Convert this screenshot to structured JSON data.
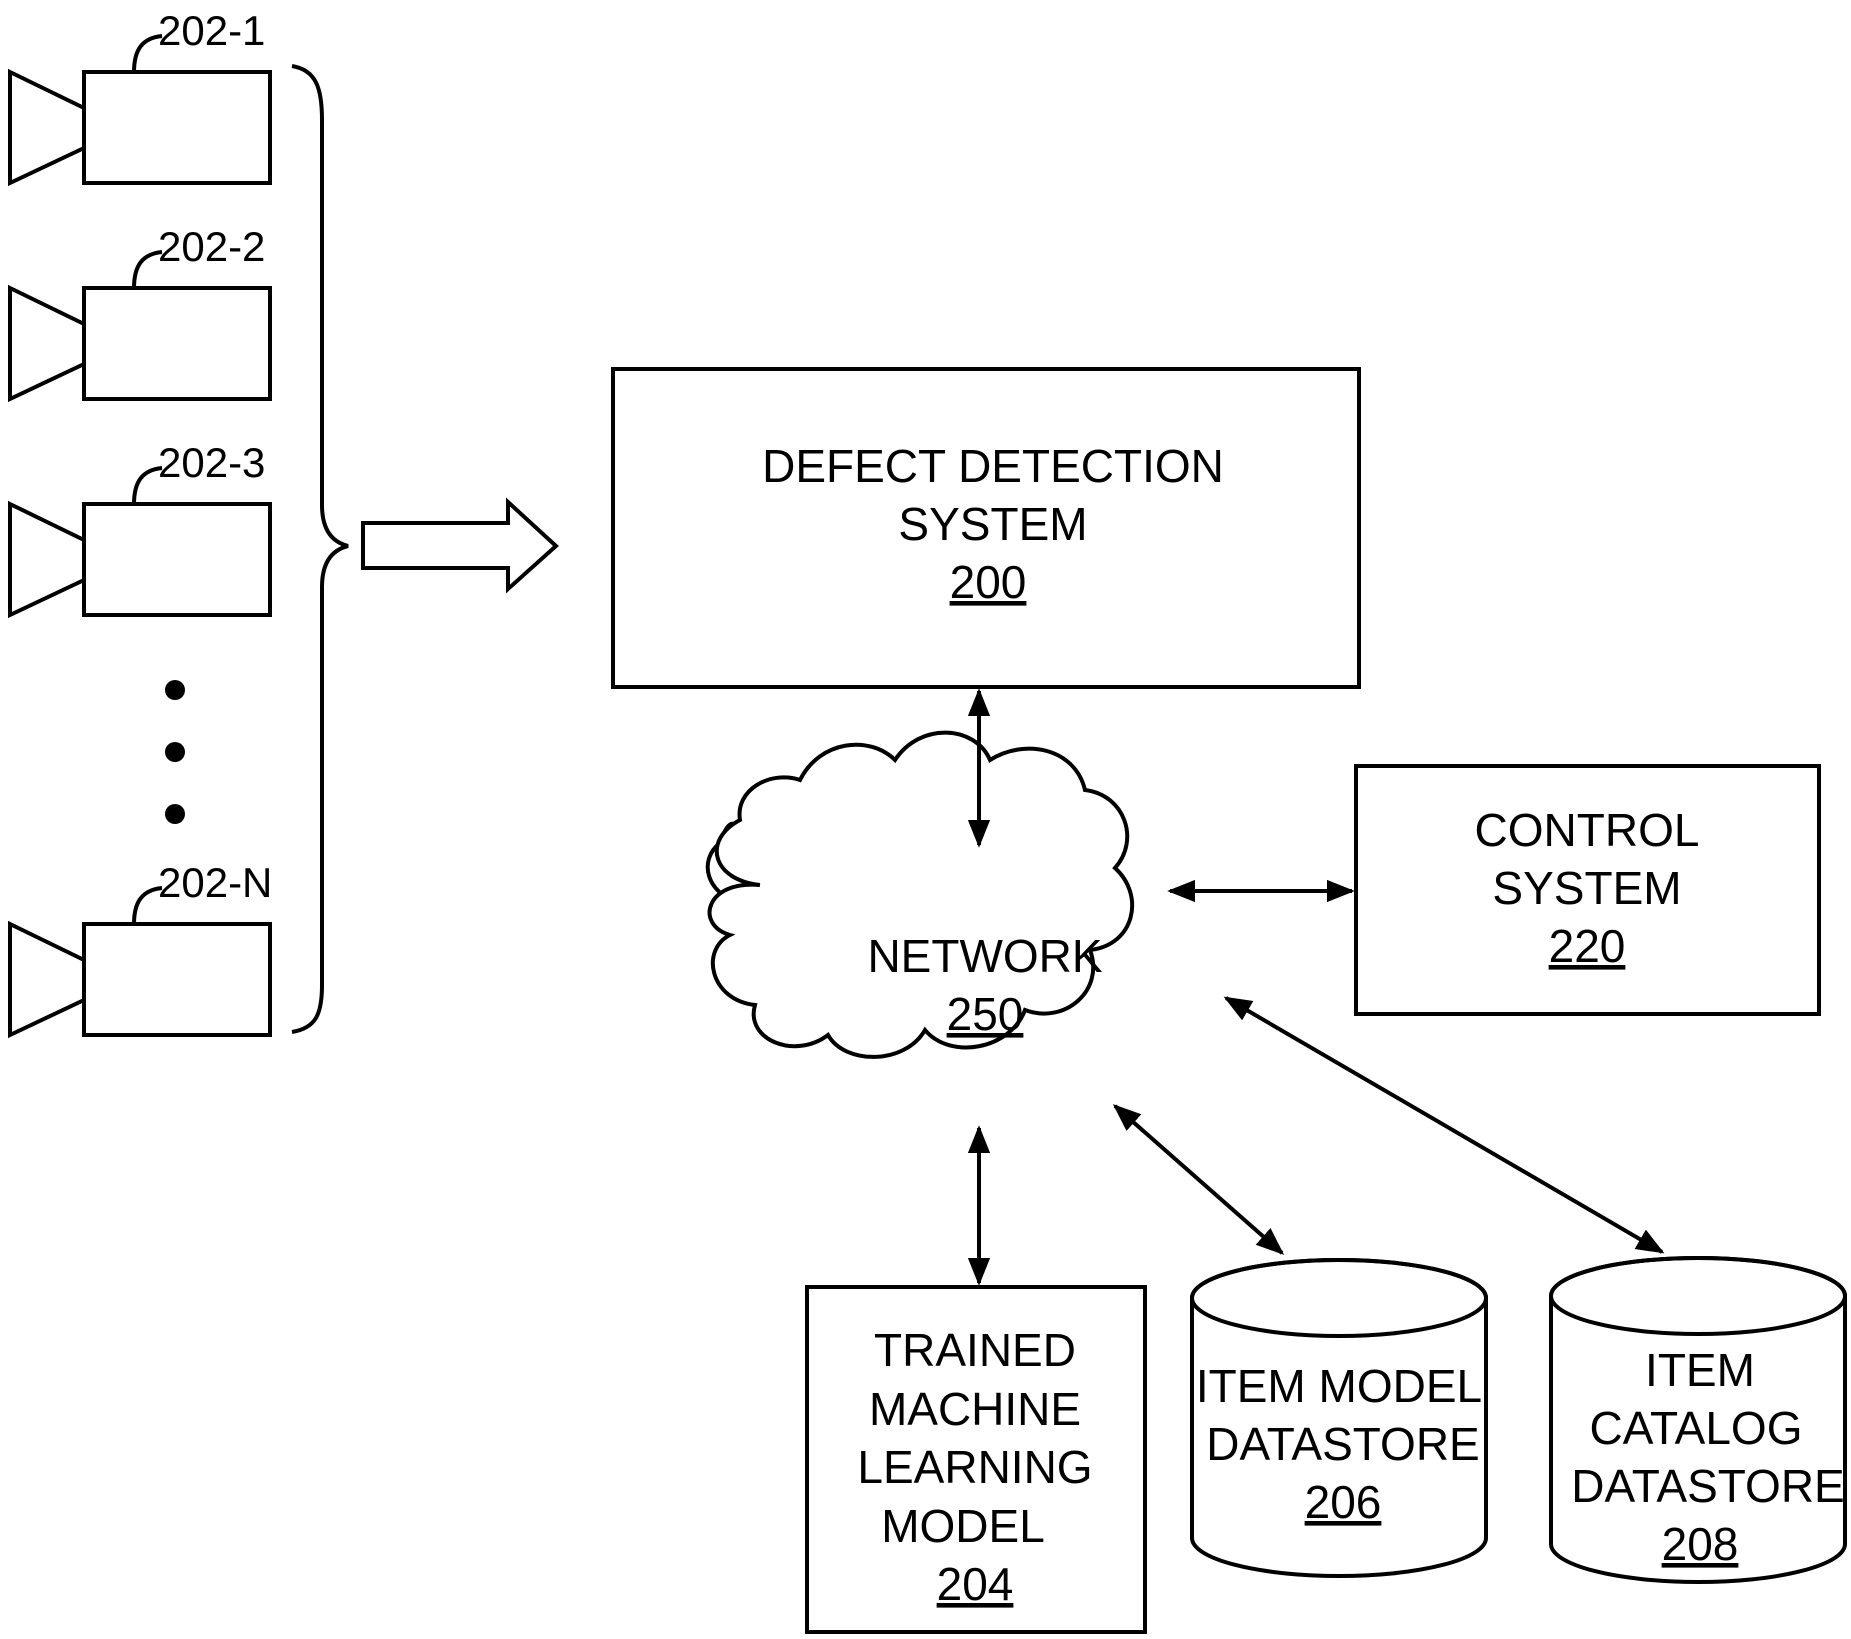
{
  "cameras": [
    {
      "ref": "202-1"
    },
    {
      "ref": "202-2"
    },
    {
      "ref": "202-3"
    },
    {
      "ref": "202-N"
    }
  ],
  "defect_detection": {
    "line1": "DEFECT DETECTION",
    "line2": "SYSTEM",
    "ref": "200"
  },
  "network": {
    "label": "NETWORK",
    "ref": "250"
  },
  "control_system": {
    "line1": "CONTROL",
    "line2": "SYSTEM",
    "ref": "220"
  },
  "ml_model": {
    "line1": "TRAINED",
    "line2": "MACHINE",
    "line3": "LEARNING",
    "line4": "MODEL",
    "ref": "204"
  },
  "item_model_datastore": {
    "line1": "ITEM MODEL",
    "line2": "DATASTORE",
    "ref": "206"
  },
  "item_catalog_datastore": {
    "line1": "ITEM",
    "line2": "CATALOG",
    "line3": "DATASTORE",
    "ref": "208"
  }
}
